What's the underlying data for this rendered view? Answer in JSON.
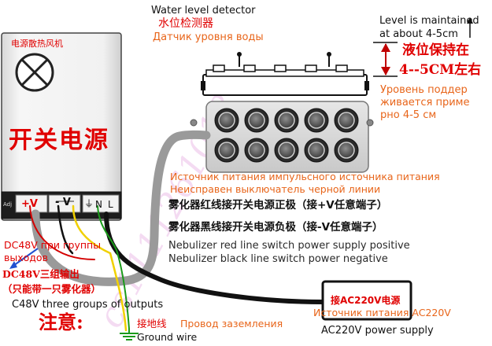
{
  "colors": {
    "red": "#e00000",
    "orange": "#e8651a",
    "black": "#111111",
    "psu_body": "#f2f2f2",
    "psu_border": "#333333",
    "wire_black": "#111111",
    "wire_red": "#d40000",
    "wire_yellow": "#f0d000",
    "wire_green": "#1a9a1a",
    "conduit": "#9a9a9a"
  },
  "power_supply": {
    "fan_label": "电源散热风机",
    "title": "开关电源",
    "terminals": {
      "plus_v": "+V",
      "minus_v": "- V",
      "ground_symbol": "⏚",
      "n": "N",
      "l": "L",
      "adj": "Adj"
    }
  },
  "water_level_detector": {
    "en": "Water level detector",
    "zh": "水位检测器",
    "ru": "Датчик уровня воды"
  },
  "level": {
    "en_line1": "Level is maintained",
    "en_line2": "at about 4-5cm",
    "zh_line1": "液位保持在",
    "zh_line2": "4--5CM左右",
    "ru_line1": "Уровень поддер",
    "ru_line2": "живается приме",
    "ru_line3": "рно 4-5 см"
  },
  "notes": {
    "ru_source": "Источник питания импульсного источника питания",
    "ru_black_line": "Неисправен выключатель черной линии",
    "zh_red": "雾化器红线接开关电源正极（接+V任意端子）",
    "zh_black": "雾化器黑线接开关电源负极（接-V任意端子）",
    "en_red": "Nebulizer red line switch power supply positive",
    "en_black": "Nebulizer black line switch power negative"
  },
  "dc_output": {
    "ru_line1": "DC48V при группы",
    "ru_line2": "выходов",
    "zh_line1": "DC48V三组输出",
    "zh_line2": "（只能带一只雾化器）",
    "en": "C48V three groups of outputs"
  },
  "warning": {
    "zh": "注意:"
  },
  "ground": {
    "zh": "接地线",
    "ru": "Провод заземления",
    "en": "Ground wire"
  },
  "ac": {
    "box_label": "接AC220V电源",
    "ru": "Источник питания AC220V",
    "en": "AC220V power supply"
  },
  "nebulizer": {
    "head_count": 10
  }
}
